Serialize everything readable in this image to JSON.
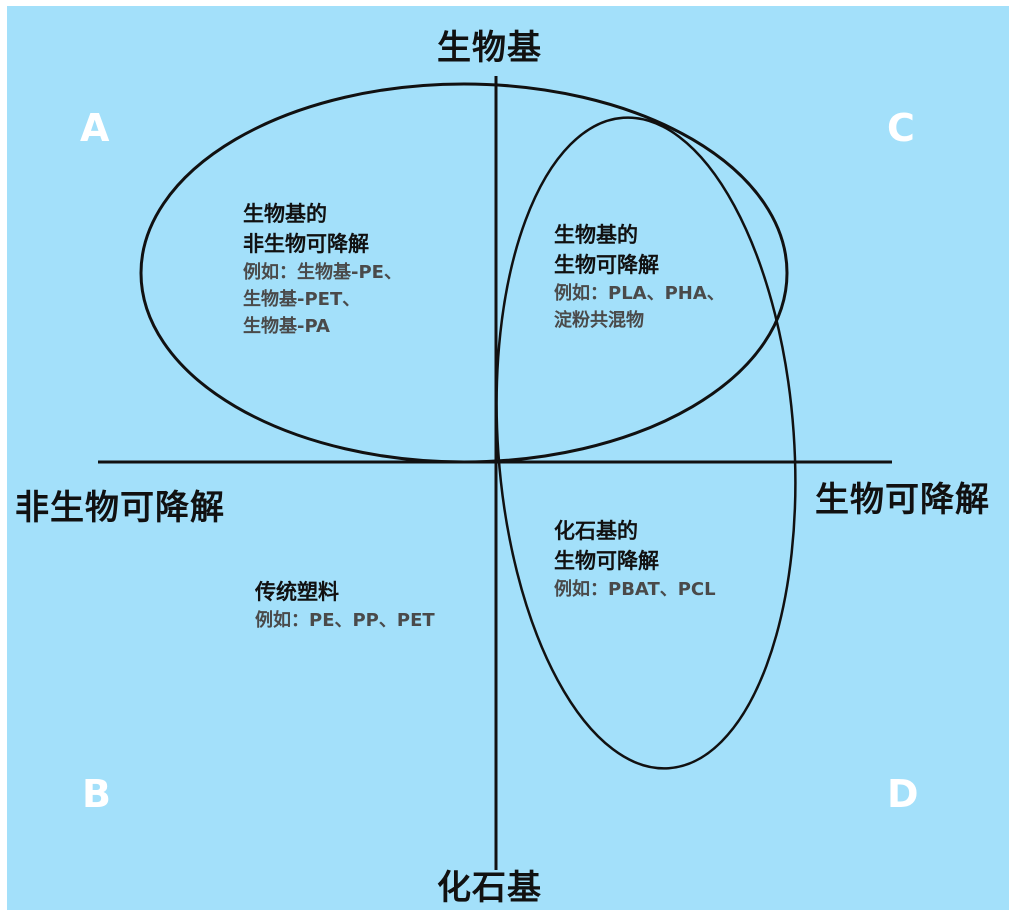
{
  "axes": {
    "top": "生物基",
    "bottom": "化石基",
    "left": "非生物可降解",
    "right": "生物可降解"
  },
  "quadrants": {
    "a": "A",
    "b": "B",
    "c": "C",
    "d": "D"
  },
  "regions": {
    "bio_based_non_biodegradable": {
      "title_lines": [
        "生物基的",
        "非生物可降解"
      ],
      "example_lines": [
        "例如：生物基-PE、",
        "生物基-PET、",
        "生物基-PA"
      ]
    },
    "bio_based_biodegradable": {
      "title_lines": [
        "生物基的",
        "生物可降解"
      ],
      "example_lines": [
        "例如：PLA、PHA、",
        "淀粉共混物"
      ]
    },
    "fossil_based_biodegradable": {
      "title_lines": [
        "化石基的",
        "生物可降解"
      ],
      "example_lines": [
        "例如：PBAT、PCL"
      ]
    },
    "traditional_plastics": {
      "title_lines": [
        "传统塑料"
      ],
      "example_lines": [
        "例如：PE、PP、PET"
      ]
    }
  },
  "colors": {
    "background": "#a3e0fa",
    "lines": "#111111",
    "quadrant_letters": "#ffffff",
    "example_text": "#4a4a4a"
  }
}
